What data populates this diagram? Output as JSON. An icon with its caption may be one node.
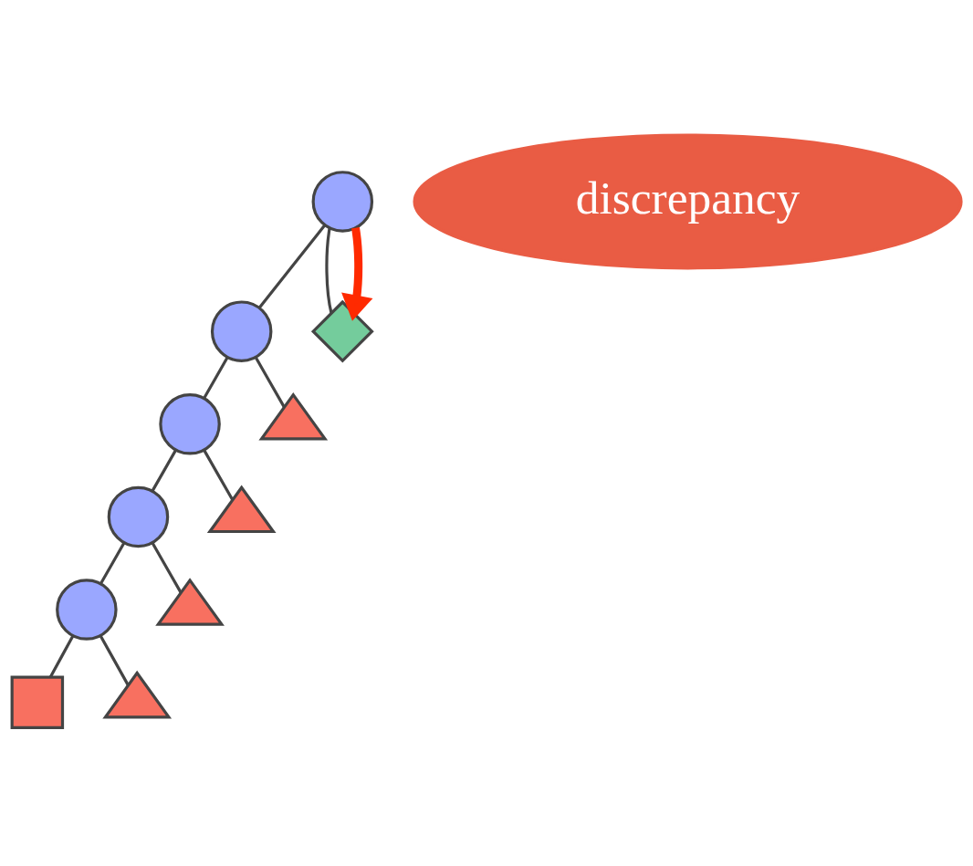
{
  "diagram": {
    "nodes": [
      {
        "text": [
          "discrepancy"
        ]
      },
      {
        "text": [],
        "shape": "circle"
      },
      {
        "text": [],
        "shape": "circle"
      },
      {
        "text": [],
        "shape": "diamond"
      },
      {
        "text": [],
        "shape": "circle"
      },
      {
        "text": [],
        "shape": "triangle"
      },
      {
        "text": [],
        "shape": "circle"
      },
      {
        "text": [],
        "shape": "triangle"
      },
      {
        "text": [],
        "shape": "circle"
      },
      {
        "text": [],
        "shape": "triangle"
      },
      {
        "text": [],
        "shape": "box"
      },
      {
        "text": [],
        "shape": "triangle"
      }
    ],
    "edges": [
      {
        "from": 1,
        "to": 2,
        "arrow": "none"
      },
      {
        "from": 1,
        "to": 3,
        "arrow": "none"
      },
      {
        "from": 1,
        "to": 3,
        "arrow": "to",
        "style": "thick",
        "color": "#ff2a00"
      },
      {
        "from": 2,
        "to": 4,
        "arrow": "none"
      },
      {
        "from": 2,
        "to": 5,
        "arrow": "none"
      },
      {
        "from": 4,
        "to": 6,
        "arrow": "none"
      },
      {
        "from": 4,
        "to": 7,
        "arrow": "none"
      },
      {
        "from": 6,
        "to": 8,
        "arrow": "none"
      },
      {
        "from": 6,
        "to": 9,
        "arrow": "none"
      },
      {
        "from": 8,
        "to": 10,
        "arrow": "none"
      },
      {
        "from": 8,
        "to": 11,
        "arrow": "none"
      }
    ]
  }
}
